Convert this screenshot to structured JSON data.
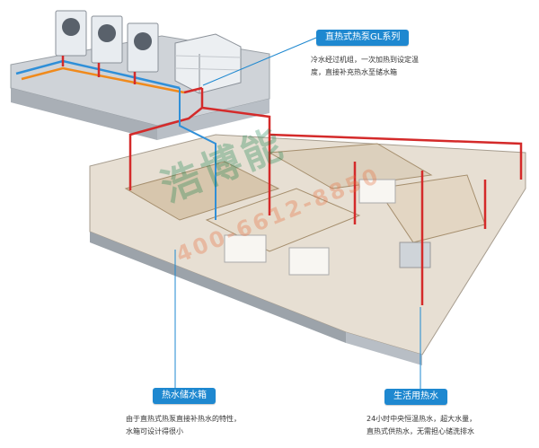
{
  "callouts": {
    "system": {
      "label": "直热式热泵GL系列",
      "lines": [
        "冷水经过机组，一次加热到设定温",
        "度，直接补充热水至储水箱"
      ]
    },
    "tank": {
      "label": "热水储水箱",
      "lines": [
        "由于直热式热泵直接补热水的特性，",
        "水箱可设计得很小"
      ]
    },
    "supply": {
      "label": "生活用热水",
      "lines": [
        "24小时中央恒温热水，超大水量，",
        "直热式供热水，无需担心储洗排水"
      ]
    }
  },
  "watermark": {
    "main": "浩博能",
    "phone": "400-6612-8850"
  },
  "colors": {
    "hot_pipe": "#d42a2a",
    "cold_pipe": "#2f8fd8",
    "callout_bg": "#1e88d0",
    "orange_pipe": "#f08a1c"
  }
}
